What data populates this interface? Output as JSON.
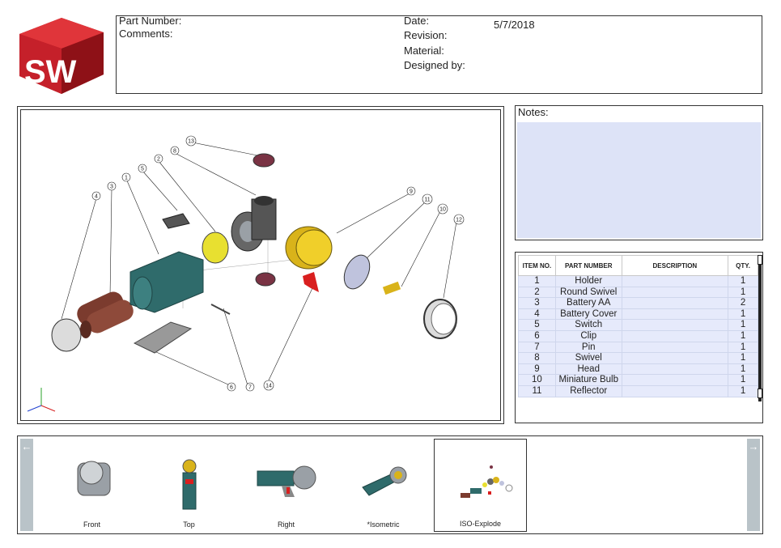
{
  "logo": {
    "text": "SW",
    "color": "#c8202a"
  },
  "header": {
    "part_number_label": "Part Number:",
    "comments_label": "Comments:",
    "date_label": "Date:",
    "date_value": "5/7/2018",
    "revision_label": "Revision:",
    "material_label": "Material:",
    "designed_by_label": "Designed by:"
  },
  "notes": {
    "label": "Notes:",
    "area_color": "#dde3f7"
  },
  "bom": {
    "headers": [
      "ITEM NO.",
      "PART NUMBER",
      "DESCRIPTION",
      "QTY."
    ],
    "rows": [
      {
        "item": "1",
        "part": "Holder",
        "desc": "",
        "qty": "1"
      },
      {
        "item": "2",
        "part": "Round Swivel",
        "desc": "",
        "qty": "1"
      },
      {
        "item": "3",
        "part": "Battery AA",
        "desc": "",
        "qty": "2"
      },
      {
        "item": "4",
        "part": "Battery Cover",
        "desc": "",
        "qty": "1"
      },
      {
        "item": "5",
        "part": "Switch",
        "desc": "",
        "qty": "1"
      },
      {
        "item": "6",
        "part": "Clip",
        "desc": "",
        "qty": "1"
      },
      {
        "item": "7",
        "part": "Pin",
        "desc": "",
        "qty": "1"
      },
      {
        "item": "8",
        "part": "Swivel",
        "desc": "",
        "qty": "1"
      },
      {
        "item": "9",
        "part": "Head",
        "desc": "",
        "qty": "1"
      },
      {
        "item": "10",
        "part": "Miniature Bulb",
        "desc": "",
        "qty": "1"
      },
      {
        "item": "11",
        "part": "Reflector",
        "desc": "",
        "qty": "1"
      }
    ]
  },
  "callouts": [
    "1",
    "2",
    "3",
    "4",
    "5",
    "6",
    "7",
    "8",
    "9",
    "10",
    "11",
    "12",
    "13",
    "14"
  ],
  "views": [
    {
      "label": "Front",
      "selected": false
    },
    {
      "label": "Top",
      "selected": false
    },
    {
      "label": "Right",
      "selected": false
    },
    {
      "label": "*Isometric",
      "selected": false
    },
    {
      "label": "ISO-Explode",
      "selected": true
    }
  ],
  "colors": {
    "teal": "#2f6b6b",
    "brown": "#7b3b2e",
    "yellow": "#e8d21c",
    "gold": "#d9b31a",
    "red": "#d91f1f",
    "grey": "#9aa0a6"
  }
}
